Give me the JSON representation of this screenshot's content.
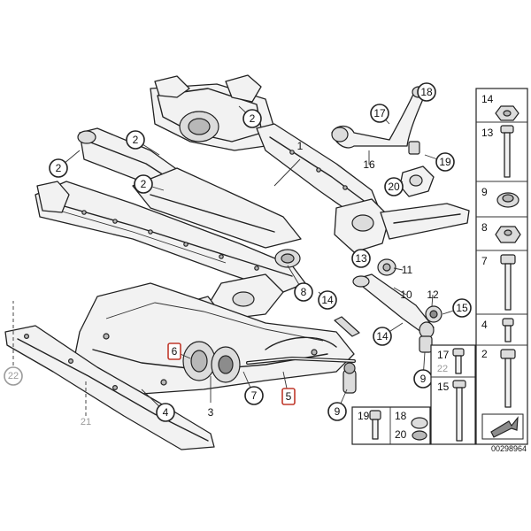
{
  "diagram_id": "00298964",
  "callouts": {
    "c1": "1",
    "c2a": "2",
    "c2b": "2",
    "c2c": "2",
    "c3": "3",
    "c4": "4",
    "c5": "5",
    "c6": "6",
    "c7": "7",
    "c8": "8",
    "c9a": "9",
    "c9b": "9",
    "c10": "10",
    "c11": "11",
    "c12": "12",
    "c13": "13",
    "c14a": "14",
    "c14b": "14",
    "c15": "15",
    "c16": "16",
    "c17": "17",
    "c18": "18",
    "c19": "19",
    "c20": "20",
    "c21": "21",
    "c22": "22"
  },
  "fastener_panel": {
    "top": [
      "14",
      "13",
      "9",
      "8",
      "7",
      "4",
      "2"
    ],
    "middle_left": [
      "17",
      "22",
      "15"
    ],
    "bottom": [
      "19",
      "18",
      "20"
    ]
  },
  "highlighted_parts": [
    "6",
    "5"
  ]
}
